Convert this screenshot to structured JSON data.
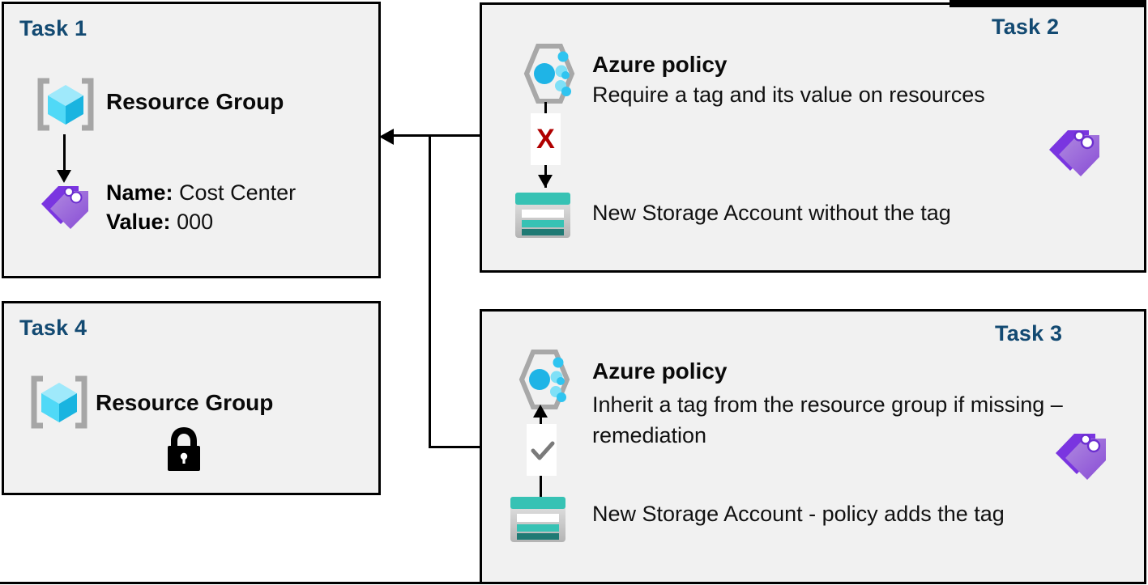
{
  "diagram": {
    "title": "Azure resource tagging tasks",
    "accent_color": "#134a72",
    "box_fill": "#f1f1f1",
    "box_border": "#000000",
    "error_color": "#b00000"
  },
  "task1": {
    "label": "Task 1",
    "resource_group_label": "Resource Group",
    "tag_name_key": "Name:",
    "tag_name_value": "Cost Center",
    "tag_value_key": "Value:",
    "tag_value_value": "000",
    "icons": {
      "resource_group": "resource-group-icon",
      "tag": "tag-icon",
      "arrow": "arrow-down-icon"
    }
  },
  "task2": {
    "label": "Task 2",
    "policy_title": "Azure policy",
    "policy_description": "Require a tag and its value on resources",
    "storage_label": "New Storage Account  without the tag",
    "marker": "X",
    "icons": {
      "azure_policy": "azure-policy-icon",
      "storage_account": "storage-account-icon",
      "tags": "tags-icon",
      "arrow": "arrow-down-icon",
      "marker": "x-mark-icon"
    }
  },
  "task3": {
    "label": "Task 3",
    "policy_title": "Azure policy",
    "policy_description": "Inherit a tag from the resource group if missing – remediation",
    "storage_label": "New Storage Account   - policy adds the tag",
    "marker": "✓",
    "icons": {
      "azure_policy": "azure-policy-icon",
      "storage_account": "storage-account-icon",
      "tags": "tags-icon",
      "arrow": "arrow-up-icon",
      "marker": "check-mark-icon"
    }
  },
  "task4": {
    "label": "Task 4",
    "resource_group_label": "Resource Group",
    "icons": {
      "resource_group": "resource-group-icon",
      "lock": "lock-icon"
    }
  },
  "connectors": [
    {
      "name": "task2-to-task1",
      "from": "task2",
      "to": "task1",
      "arrow": "left"
    },
    {
      "name": "task3-to-task1",
      "from": "task3",
      "to": "task1",
      "arrow": "left"
    }
  ]
}
